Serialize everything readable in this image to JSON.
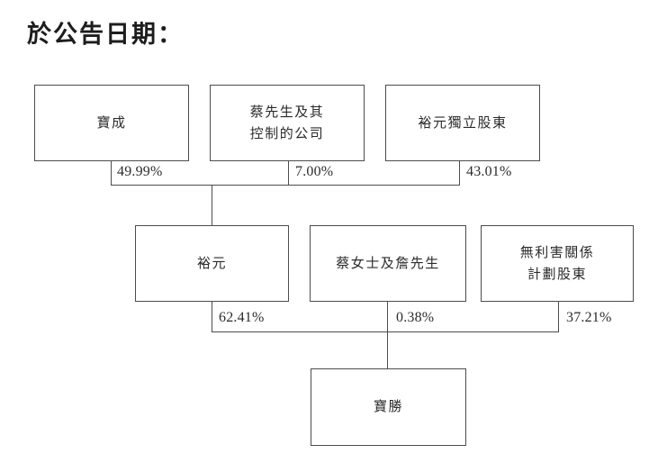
{
  "diagram": {
    "title": "於公告日期：",
    "line_color": "#4c4c4c",
    "text_color": "#2b2b2b",
    "background": "#ffffff"
  },
  "tier1": {
    "nodes": [
      {
        "id": "baocheng",
        "label": "寶成"
      },
      {
        "id": "mr-tsai-and-companies",
        "label": "蔡先生及其\n控制的公司"
      },
      {
        "id": "yue-yuen-independent-shareholders",
        "label": "裕元獨立股東"
      }
    ],
    "edges": [
      {
        "from": "baocheng",
        "to": "yue-yuen",
        "percent": "49.99%"
      },
      {
        "from": "mr-tsai-and-companies",
        "to": "yue-yuen",
        "percent": "7.00%"
      },
      {
        "from": "yue-yuen-independent-shareholders",
        "to": "yue-yuen",
        "percent": "43.01%"
      }
    ]
  },
  "tier2": {
    "nodes": [
      {
        "id": "yue-yuen",
        "label": "裕元"
      },
      {
        "id": "ms-tsai-and-mr-chan",
        "label": "蔡女士及詹先生"
      },
      {
        "id": "disinterested-scheme-shareholders",
        "label": "無利害關係\n計劃股東"
      }
    ],
    "edges": [
      {
        "from": "yue-yuen",
        "to": "pou-sheng",
        "percent": "62.41%"
      },
      {
        "from": "ms-tsai-and-mr-chan",
        "to": "pou-sheng",
        "percent": "0.38%"
      },
      {
        "from": "disinterested-scheme-shareholders",
        "to": "pou-sheng",
        "percent": "37.21%"
      }
    ]
  },
  "tier3": {
    "nodes": [
      {
        "id": "pou-sheng",
        "label": "寶勝"
      }
    ]
  }
}
